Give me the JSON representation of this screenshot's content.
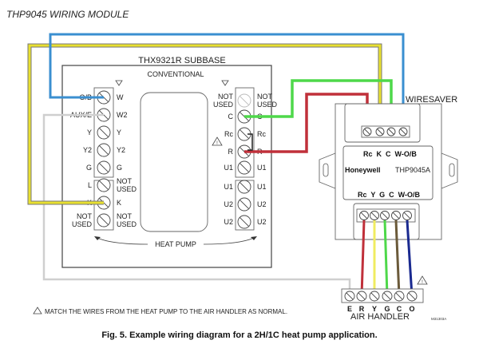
{
  "title": "THP9045 WIRING MODULE",
  "subbase": {
    "title": "THX9321R SUBBASE",
    "mode_label": "CONVENTIONAL",
    "heat_pump_label": "HEAT PUMP",
    "left_upper": [
      {
        "outer": "O/B",
        "inner": "W"
      },
      {
        "outer": "AUX/E",
        "inner": "W2"
      },
      {
        "outer": "Y",
        "inner": "Y"
      },
      {
        "outer": "Y2",
        "inner": "Y2"
      },
      {
        "outer": "G",
        "inner": "G"
      }
    ],
    "left_lower": [
      {
        "outer": "L",
        "inner": "NOT USED"
      },
      {
        "outer": "K",
        "inner": "K"
      },
      {
        "outer": "NOT USED",
        "inner": "NOT USED"
      }
    ],
    "right_upper": [
      {
        "inner": "NOT USED",
        "outer": "NOT USED"
      },
      {
        "inner": "C",
        "outer": "C"
      },
      {
        "inner": "Rc",
        "outer": "Rc"
      },
      {
        "inner": "R",
        "outer": "R"
      },
      {
        "inner": "U1",
        "outer": "U1"
      }
    ],
    "right_lower": [
      {
        "inner": "U1",
        "outer": "U1"
      },
      {
        "inner": "U2",
        "outer": "U2"
      },
      {
        "inner": "U2",
        "outer": "U2"
      }
    ]
  },
  "wiresaver": {
    "title": "WIRESAVER",
    "top_terminals": "Rc  K  C  W-O/B",
    "brand": "Honeywell",
    "model": "THP9045A",
    "bottom_terminals": "Rc  Y  G  C  W-O/B"
  },
  "air_handler": {
    "title": "AIR HANDLER",
    "terminals": [
      "E",
      "R",
      "Y",
      "G",
      "C",
      "O"
    ]
  },
  "note": "MATCH THE WIRES FROM THE HEAT PUMP TO THE AIR HANDLER AS NORMAL.",
  "drawing_code": "M31303A",
  "caption": "Fig. 5. Example wiring diagram for a 2H/1C heat pump application.",
  "wire_colors": {
    "blue": "#3a8fd0",
    "yellow": "#e8e030",
    "green": "#4ed84a",
    "red": "#c0303a",
    "gray": "#cfcfcf",
    "brown": "#6b5a3a",
    "navy": "#1a2a90"
  }
}
